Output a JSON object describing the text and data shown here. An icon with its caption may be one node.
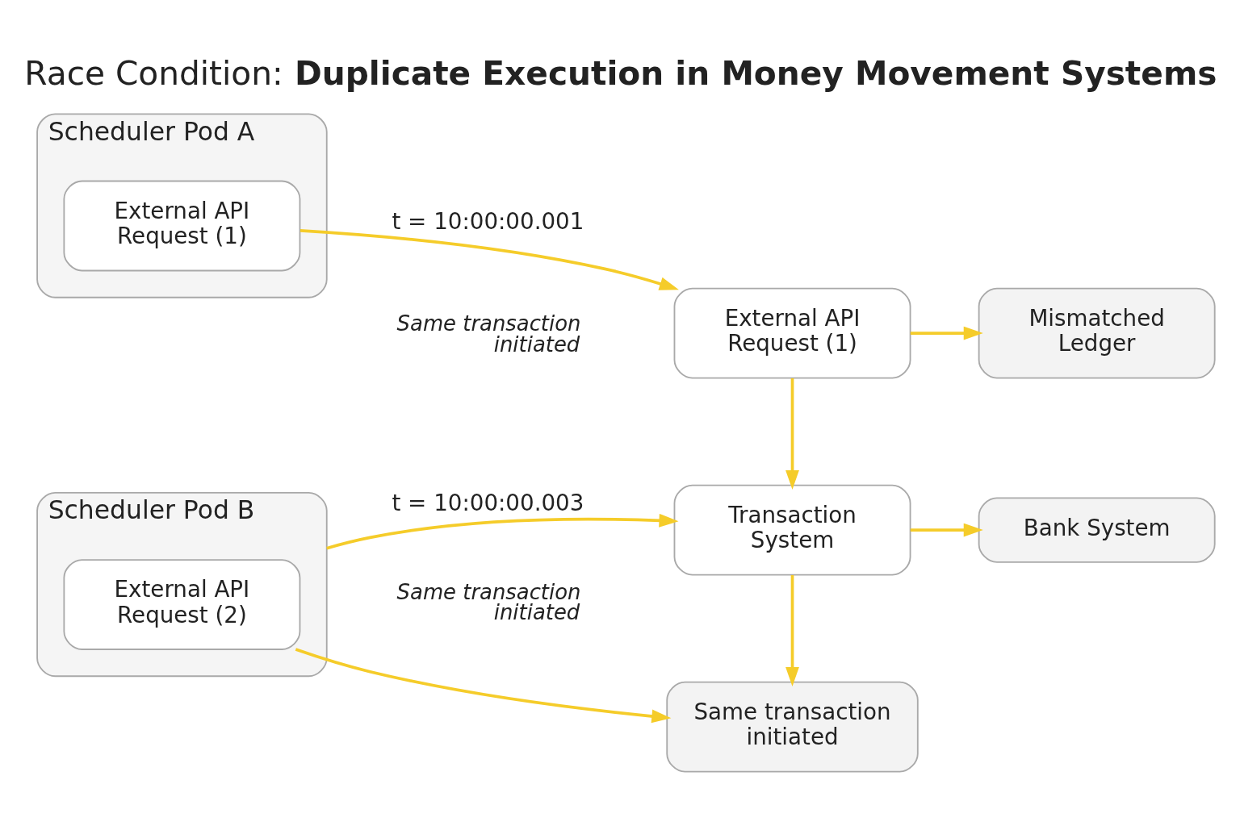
{
  "diagram": {
    "title": "Race Condition: **Duplicate Execution in Money Movement Systems**",
    "nodes": [
      {
        "text": [
          "Scheduler Pod A"
        ]
      },
      {
        "text": [
          "External API Request (1)"
        ],
        "in": 0
      },
      {
        "text": [
          "Scheduler Pod B"
        ]
      },
      {
        "text": [
          "External API Request (2)"
        ],
        "in": 2
      },
      {
        "text": [
          "External API Request (1)"
        ]
      },
      {
        "text": [
          "Mismatched Ledger"
        ]
      },
      {
        "text": [
          "Transaction System"
        ]
      },
      {
        "text": [
          "Bank System"
        ]
      },
      {
        "text": [
          "Same transaction initiated"
        ]
      }
    ],
    "edges": [
      {
        "from": 1,
        "to": 4,
        "arrow": "to",
        "label": "t = 10:00:00.001"
      },
      {
        "from": 4,
        "to": 5,
        "arrow": "to"
      },
      {
        "from": 4,
        "to": 6,
        "arrow": "to"
      },
      {
        "from": 2,
        "to": 6,
        "arrow": "to",
        "label": "t = 10:00:00.003"
      },
      {
        "from": 6,
        "to": 7,
        "arrow": "to"
      },
      {
        "from": 6,
        "to": 8,
        "arrow": "to"
      },
      {
        "from": 3,
        "to": 8,
        "arrow": "to"
      }
    ],
    "labels": [
      "Same transaction initiated",
      "Same transaction initiated"
    ]
  }
}
